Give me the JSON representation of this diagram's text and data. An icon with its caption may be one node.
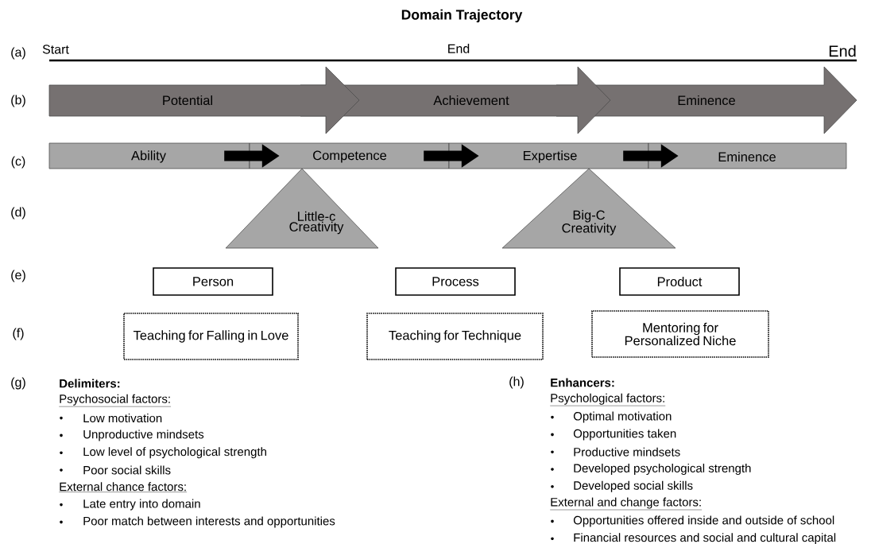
{
  "diagram": {
    "title": "Domain Trajectory",
    "nodes": [
      {
        "text": [
          "Potential"
        ]
      },
      {
        "text": [
          "Achievement"
        ]
      },
      {
        "text": [
          "Eminence"
        ]
      },
      {
        "text": [
          "Ability"
        ]
      },
      {
        "text": [
          "Competence"
        ]
      },
      {
        "text": [
          "Expertise"
        ]
      },
      {
        "text": [
          "Eminence"
        ]
      },
      {
        "text": [
          "Little-c Creativity"
        ]
      },
      {
        "text": [
          "Big-C Creativity"
        ]
      },
      {
        "text": [
          "Person"
        ]
      },
      {
        "text": [
          "Process"
        ]
      },
      {
        "text": [
          "Product"
        ]
      },
      {
        "text": [
          "Teaching for Falling in Love"
        ]
      },
      {
        "text": [
          "Teaching for Technique"
        ]
      },
      {
        "text": [
          "Mentoring for Personalized Niche"
        ]
      }
    ],
    "edges": [
      {
        "from": 3,
        "to": 4,
        "arrow": "to"
      },
      {
        "from": 4,
        "to": 5,
        "arrow": "to"
      },
      {
        "from": 5,
        "to": 6,
        "arrow": "to"
      }
    ],
    "labels": [
      "(a)",
      "Start",
      "End",
      "End",
      "(b)",
      "(c)",
      "(d)",
      "(e)",
      "(f)",
      "(g)",
      "Delimiters:",
      "Psychosocial factors:",
      "Low motivation",
      "Unproductive mindsets",
      "Low level of psychological strength",
      "Poor social skills",
      "External chance factors:",
      "Late entry into domain",
      "Poor match between interests and opportunities",
      "(h)",
      "Enhancers:",
      "Psychological factors:",
      "Optimal motivation",
      "Opportunities taken",
      "Productive mindsets",
      "Developed psychological strength",
      "Developed social skills",
      "External and change factors:",
      "Opportunities offered inside and outside of school",
      "Financial resources and social and cultural capital"
    ]
  }
}
